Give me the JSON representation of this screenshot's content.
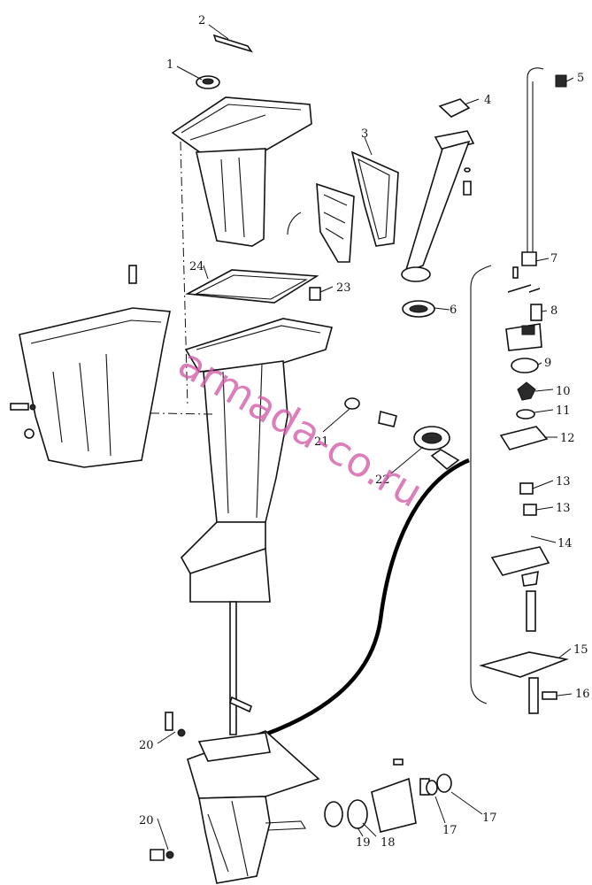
{
  "watermark": "armada-co.ru",
  "callouts": [
    "1",
    "2",
    "3",
    "4",
    "5",
    "6",
    "7",
    "8",
    "9",
    "10",
    "11",
    "12",
    "13",
    "13",
    "14",
    "15",
    "16",
    "17",
    "17",
    "18",
    "19",
    "20",
    "20",
    "21",
    "22",
    "23",
    "24"
  ]
}
